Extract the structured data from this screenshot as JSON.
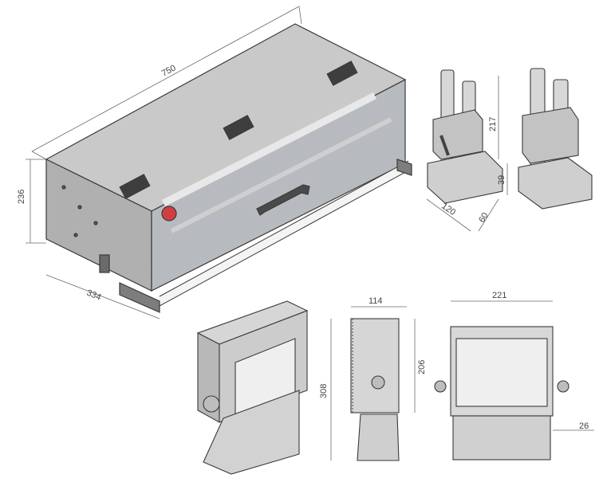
{
  "colors": {
    "line": "#3a3a3a",
    "dim": "#6a6a6a",
    "panel_light": "#d9d9d9",
    "panel_mid": "#b5b5b5",
    "panel_dark": "#8f8f8f",
    "glass": "#9aa0a6",
    "roller": "#f2f2f2",
    "accent": "#d04040"
  },
  "dimensions": {
    "length": "750",
    "height": "236",
    "depth": "334",
    "bracket_height": "217",
    "bracket_base_height": "39",
    "bracket_width": "120",
    "bracket_depth": "60",
    "controller_depth": "114",
    "controller_height_total": "308",
    "controller_height_box": "206",
    "controller_width": "221",
    "knob_offset": "26"
  }
}
